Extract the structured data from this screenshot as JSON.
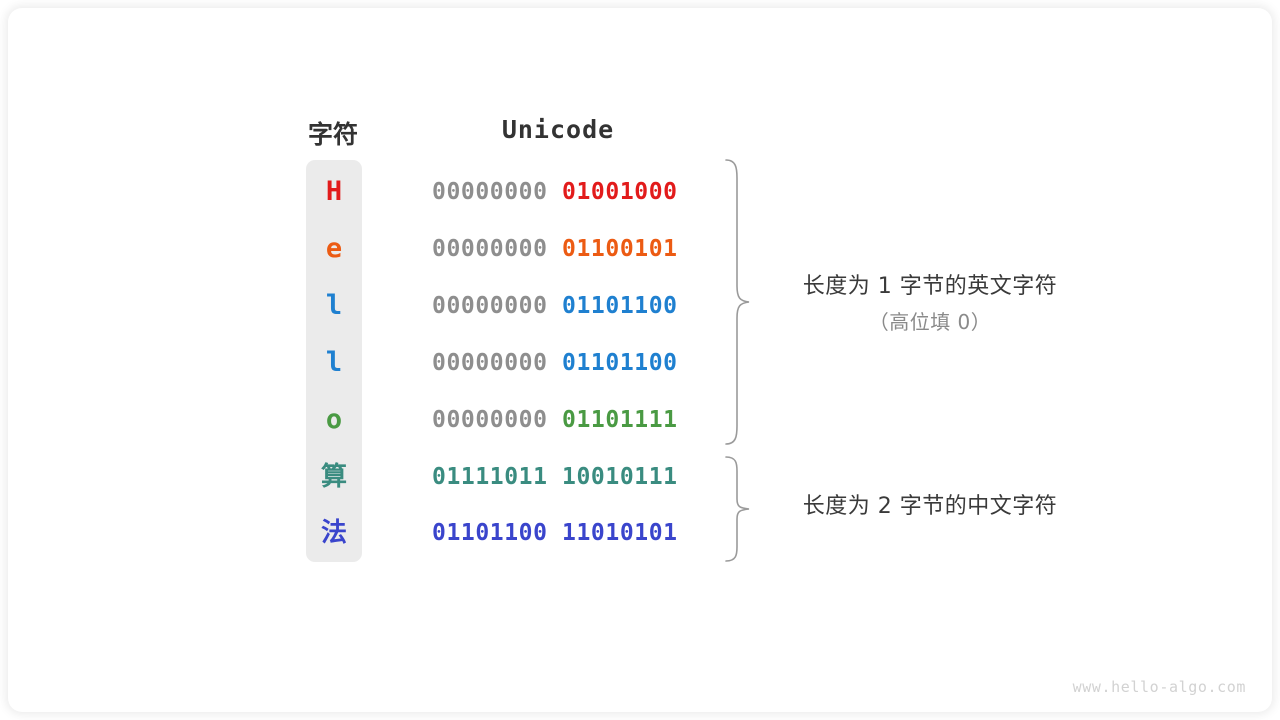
{
  "headers": {
    "character": "字符",
    "unicode": "Unicode"
  },
  "rows": [
    {
      "char": "H",
      "char_color": "#e21b1b",
      "high_byte": "00000000",
      "low_byte": "01001000",
      "low_color": "#e21b1b",
      "script": "latin"
    },
    {
      "char": "e",
      "char_color": "#ec5b13",
      "high_byte": "00000000",
      "low_byte": "01100101",
      "low_color": "#ec5b13",
      "script": "latin"
    },
    {
      "char": "l",
      "char_color": "#1f80d0",
      "high_byte": "00000000",
      "low_byte": "01101100",
      "low_color": "#1f80d0",
      "script": "latin"
    },
    {
      "char": "l",
      "char_color": "#1f80d0",
      "high_byte": "00000000",
      "low_byte": "01101100",
      "low_color": "#1f80d0",
      "script": "latin"
    },
    {
      "char": "o",
      "char_color": "#4a9a43",
      "high_byte": "00000000",
      "low_byte": "01101111",
      "low_color": "#4a9a43",
      "script": "latin"
    },
    {
      "char": "算",
      "char_color": "#3a8c80",
      "high_byte": "01111011",
      "low_byte": "10010111",
      "low_color": "#3a8c80",
      "high_color": "#3a8c80",
      "script": "han"
    },
    {
      "char": "法",
      "char_color": "#3a45cc",
      "high_byte": "01101100",
      "low_byte": "11010101",
      "low_color": "#3a45cc",
      "high_color": "#3a45cc",
      "script": "han"
    }
  ],
  "annotations": [
    {
      "line1": "长度为 1 字节的英文字符",
      "line2": "（高位填 0）"
    },
    {
      "line1": "长度为 2 字节的中文字符",
      "line2": ""
    }
  ],
  "watermark": "www.hello-algo.com",
  "colors": {
    "capsule_bg": "#ebebeb",
    "high_byte_gray": "#8e8e8e",
    "brace_stroke": "#9a9a9a",
    "heading": "#333333",
    "note_primary": "#3a3a3a",
    "note_secondary": "#8a8a8a",
    "watermark": "#d2d2d2"
  }
}
